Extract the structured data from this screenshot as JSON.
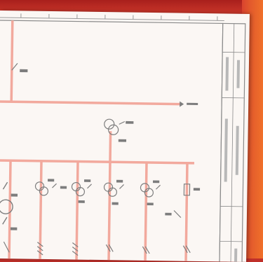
{
  "colors": {
    "background": "#c0302a",
    "sheet": "#fbf7f4",
    "line": "#f2a99d",
    "frame": "#8a8a8a",
    "text": "#7d7d7d",
    "accent": "#f0712a"
  },
  "title_block": {
    "field_a": "",
    "field_b": "",
    "field_c": ""
  },
  "symbols": [
    {
      "name": "isolator",
      "label": ""
    },
    {
      "name": "meter",
      "label": ""
    },
    {
      "name": "breaker",
      "label": ""
    }
  ]
}
